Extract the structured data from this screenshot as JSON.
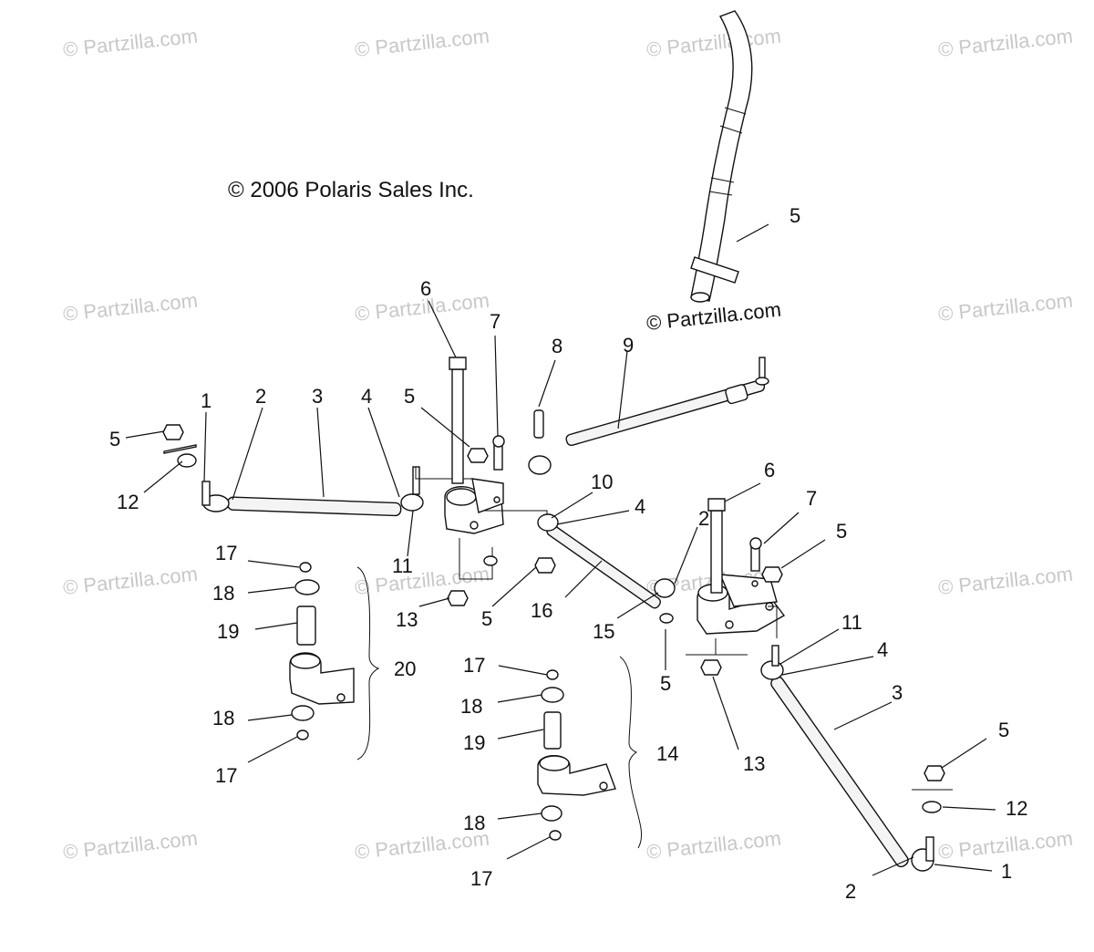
{
  "copyright": "© 2006 Polaris Sales Inc.",
  "watermark": "© Partzilla.com",
  "callouts": {
    "c1a": "1",
    "c2a": "2",
    "c3a": "3",
    "c4a": "4",
    "c5a": "5",
    "c12a": "12",
    "c11a": "11",
    "c6a": "6",
    "c7a": "7",
    "c8": "8",
    "c9": "9",
    "c5b": "5",
    "c5top": "5",
    "c10": "10",
    "c4b": "4",
    "c2b": "2",
    "c6b": "6",
    "c7b": "7",
    "c5c": "5",
    "c17a": "17",
    "c18a": "18",
    "c19a": "19",
    "c20": "20",
    "c18b": "18",
    "c17b": "17",
    "c13a": "13",
    "c5d": "5",
    "c16": "16",
    "c15": "15",
    "c11b": "11",
    "c4c": "4",
    "c5e": "5",
    "c13b": "13",
    "c3b": "3",
    "c17c": "17",
    "c18c": "18",
    "c19b": "19",
    "c14": "14",
    "c18d": "18",
    "c17d": "17",
    "c5f": "5",
    "c12b": "12",
    "c2c": "2",
    "c1b": "1"
  }
}
